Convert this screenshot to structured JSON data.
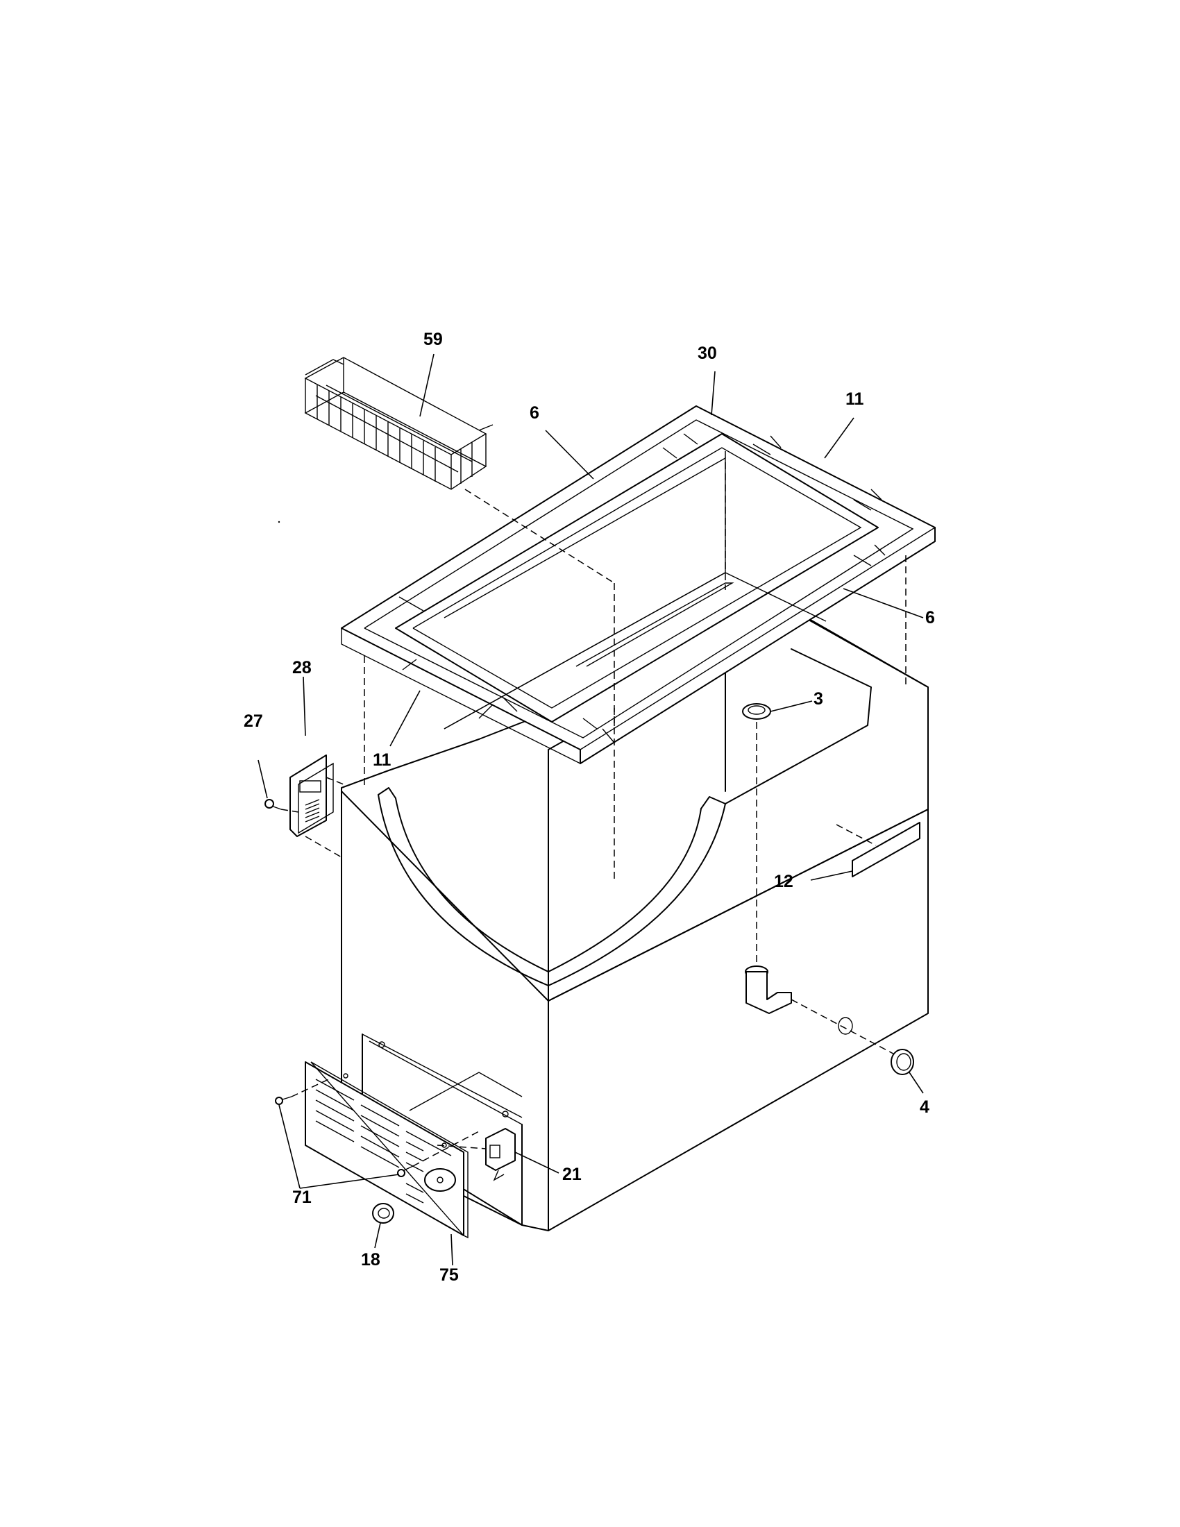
{
  "diagram": {
    "labels": {
      "p59": "59",
      "p30": "30",
      "p6a": "6",
      "p11a": "11",
      "p6b": "6",
      "p28": "28",
      "p27": "27",
      "p11b": "11",
      "p3": "3",
      "p12": "12",
      "p4": "4",
      "p21": "21",
      "p71": "71",
      "p18": "18",
      "p75": "75"
    }
  }
}
